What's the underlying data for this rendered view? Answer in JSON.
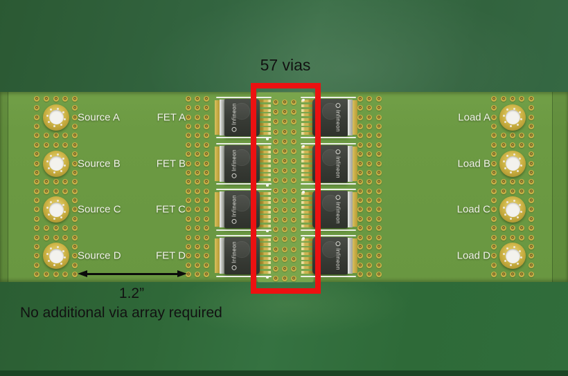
{
  "figure": {
    "description": "Annotated PCB render with source pads, FET array and load pads"
  },
  "annotations": {
    "via_count_label": "57 vias",
    "dimension_label": "1.2”",
    "note": "No additional via array required"
  },
  "board": {
    "source_labels": [
      "Source A",
      "Source B",
      "Source C",
      "Source D"
    ],
    "fet_labels": [
      "FET A",
      "FET B",
      "FET C",
      "FET D"
    ],
    "load_labels": [
      "Load A",
      "Load B",
      "Load C",
      "Load D"
    ],
    "chip_brand": "Infineon",
    "chip_count": 8,
    "central_via_array": {
      "columns": 3,
      "rows": 19,
      "total_vias": 57
    }
  },
  "colors": {
    "board_green": "#6c9a43",
    "background_green": "#336540",
    "copper_zone_green": "#79a54c",
    "via_gold": "#c9b148",
    "pad_gold": "#c6ac3e",
    "pad_center_white": "#f3f2ed",
    "silkscreen_white": "#f2f3ea",
    "highlight_red": "#ec1111",
    "annotation_black": "#121212",
    "chip_body_gray": "#383b35"
  }
}
